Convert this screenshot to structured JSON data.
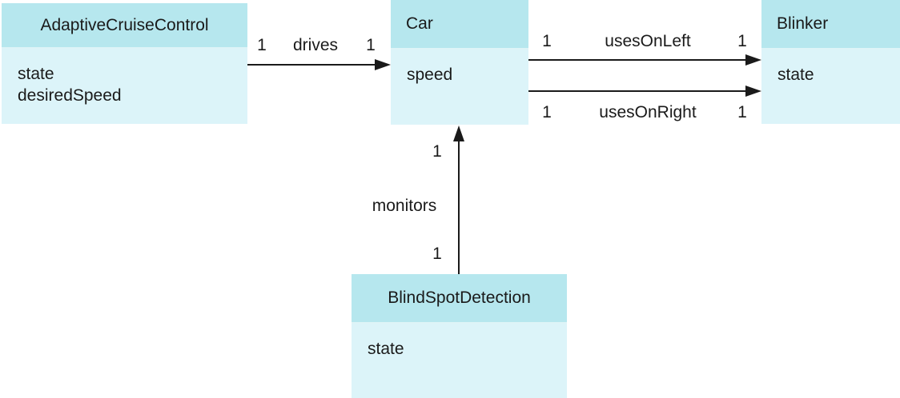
{
  "diagram": {
    "type": "uml-class-diagram",
    "colors": {
      "header_fill": "#b6e7ee",
      "body_fill": "#dcf4f9",
      "line_color": "#1a1a1a",
      "bg": "#ffffff"
    },
    "classes": [
      {
        "name": "AdaptiveCruiseControl",
        "attributes": [
          "state",
          "desiredSpeed"
        ]
      },
      {
        "name": "Car",
        "attributes": [
          "speed"
        ]
      },
      {
        "name": "Blinker",
        "attributes": [
          "state"
        ]
      },
      {
        "name": "BlindSpotDetection",
        "attributes": [
          "state"
        ]
      }
    ],
    "associations": [
      {
        "name": "drives",
        "source": "AdaptiveCruiseControl",
        "target": "Car",
        "source_multiplicity": "1",
        "target_multiplicity": "1",
        "direction": "right"
      },
      {
        "name": "usesOnLeft",
        "source": "Car",
        "target": "Blinker",
        "source_multiplicity": "1",
        "target_multiplicity": "1",
        "direction": "right"
      },
      {
        "name": "usesOnRight",
        "source": "Car",
        "target": "Blinker",
        "source_multiplicity": "1",
        "target_multiplicity": "1",
        "direction": "right"
      },
      {
        "name": "monitors",
        "source": "BlindSpotDetection",
        "target": "Car",
        "source_multiplicity": "1",
        "target_multiplicity": "1",
        "direction": "up"
      }
    ]
  }
}
